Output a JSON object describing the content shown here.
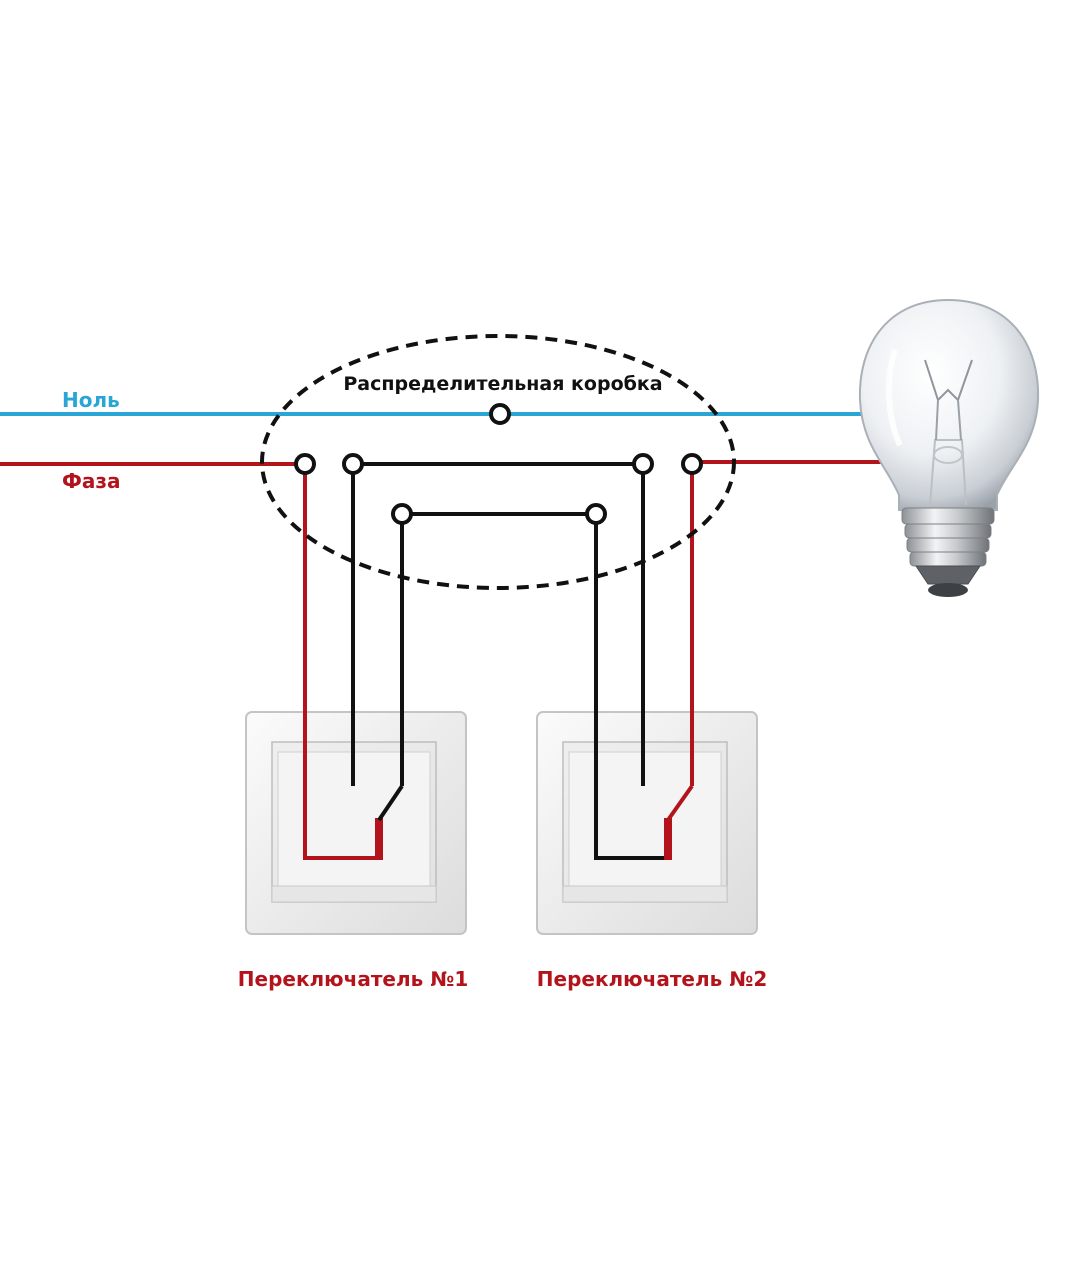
{
  "labels": {
    "neutral": "Ноль",
    "phase": "Фаза",
    "junction_box": "Распределительная коробка",
    "switch1": "Переключатель №1",
    "switch2": "Переключатель №2"
  },
  "colors": {
    "neutral_wire": "#2aa6d6",
    "phase_wire": "#b3141c",
    "traveler_wire": "#111111",
    "switch_label": "#b3141c",
    "box_outline": "#111111"
  },
  "icons": {
    "lamp": "light-bulb-icon",
    "switch": "light-switch-icon"
  }
}
